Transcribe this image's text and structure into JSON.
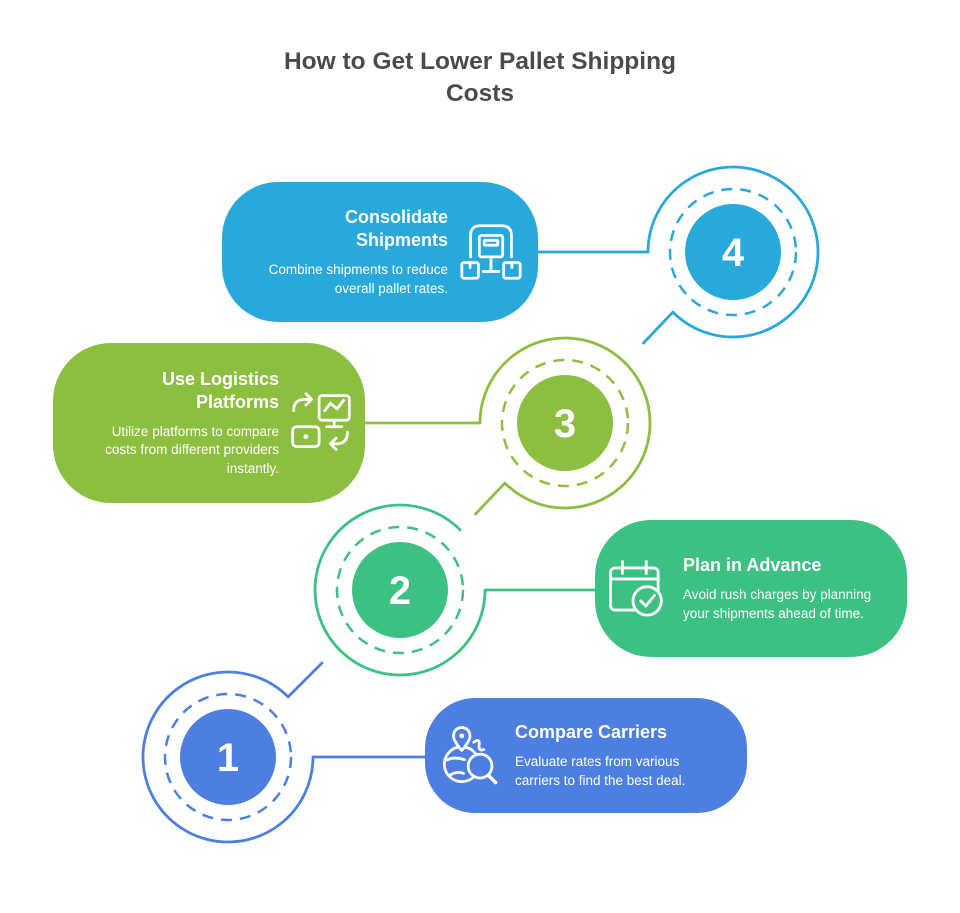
{
  "title": "How to Get Lower Pallet Shipping Costs",
  "colors": {
    "title_text": "#4A4A4A",
    "step1_blue": "#4D7FE3",
    "step2_emerald": "#3CC183",
    "step3_lime": "#8CBF3F",
    "step4_cyan": "#29A8DB",
    "background": "#FFFFFF",
    "card_text": "#FFFFFF"
  },
  "steps": [
    {
      "number": "1",
      "title": "Compare Carriers",
      "description": "Evaluate rates from various carriers to find the best deal.",
      "icon": "globe-search-icon",
      "color": "#4D7FE3",
      "card_side": "right"
    },
    {
      "number": "2",
      "title": "Plan in Advance",
      "description": "Avoid rush charges by planning your shipments ahead of time.",
      "icon": "calendar-check-icon",
      "color": "#3CC183",
      "card_side": "right"
    },
    {
      "number": "3",
      "title": "Use Logistics Platforms",
      "description": "Utilize platforms to compare costs from different providers instantly.",
      "icon": "platform-sync-icon",
      "color": "#8CBF3F",
      "card_side": "left"
    },
    {
      "number": "4",
      "title": "Consolidate Shipments",
      "description": "Combine shipments to reduce overall pallet rates.",
      "icon": "warehouse-boxes-icon",
      "color": "#29A8DB",
      "card_side": "left"
    }
  ]
}
